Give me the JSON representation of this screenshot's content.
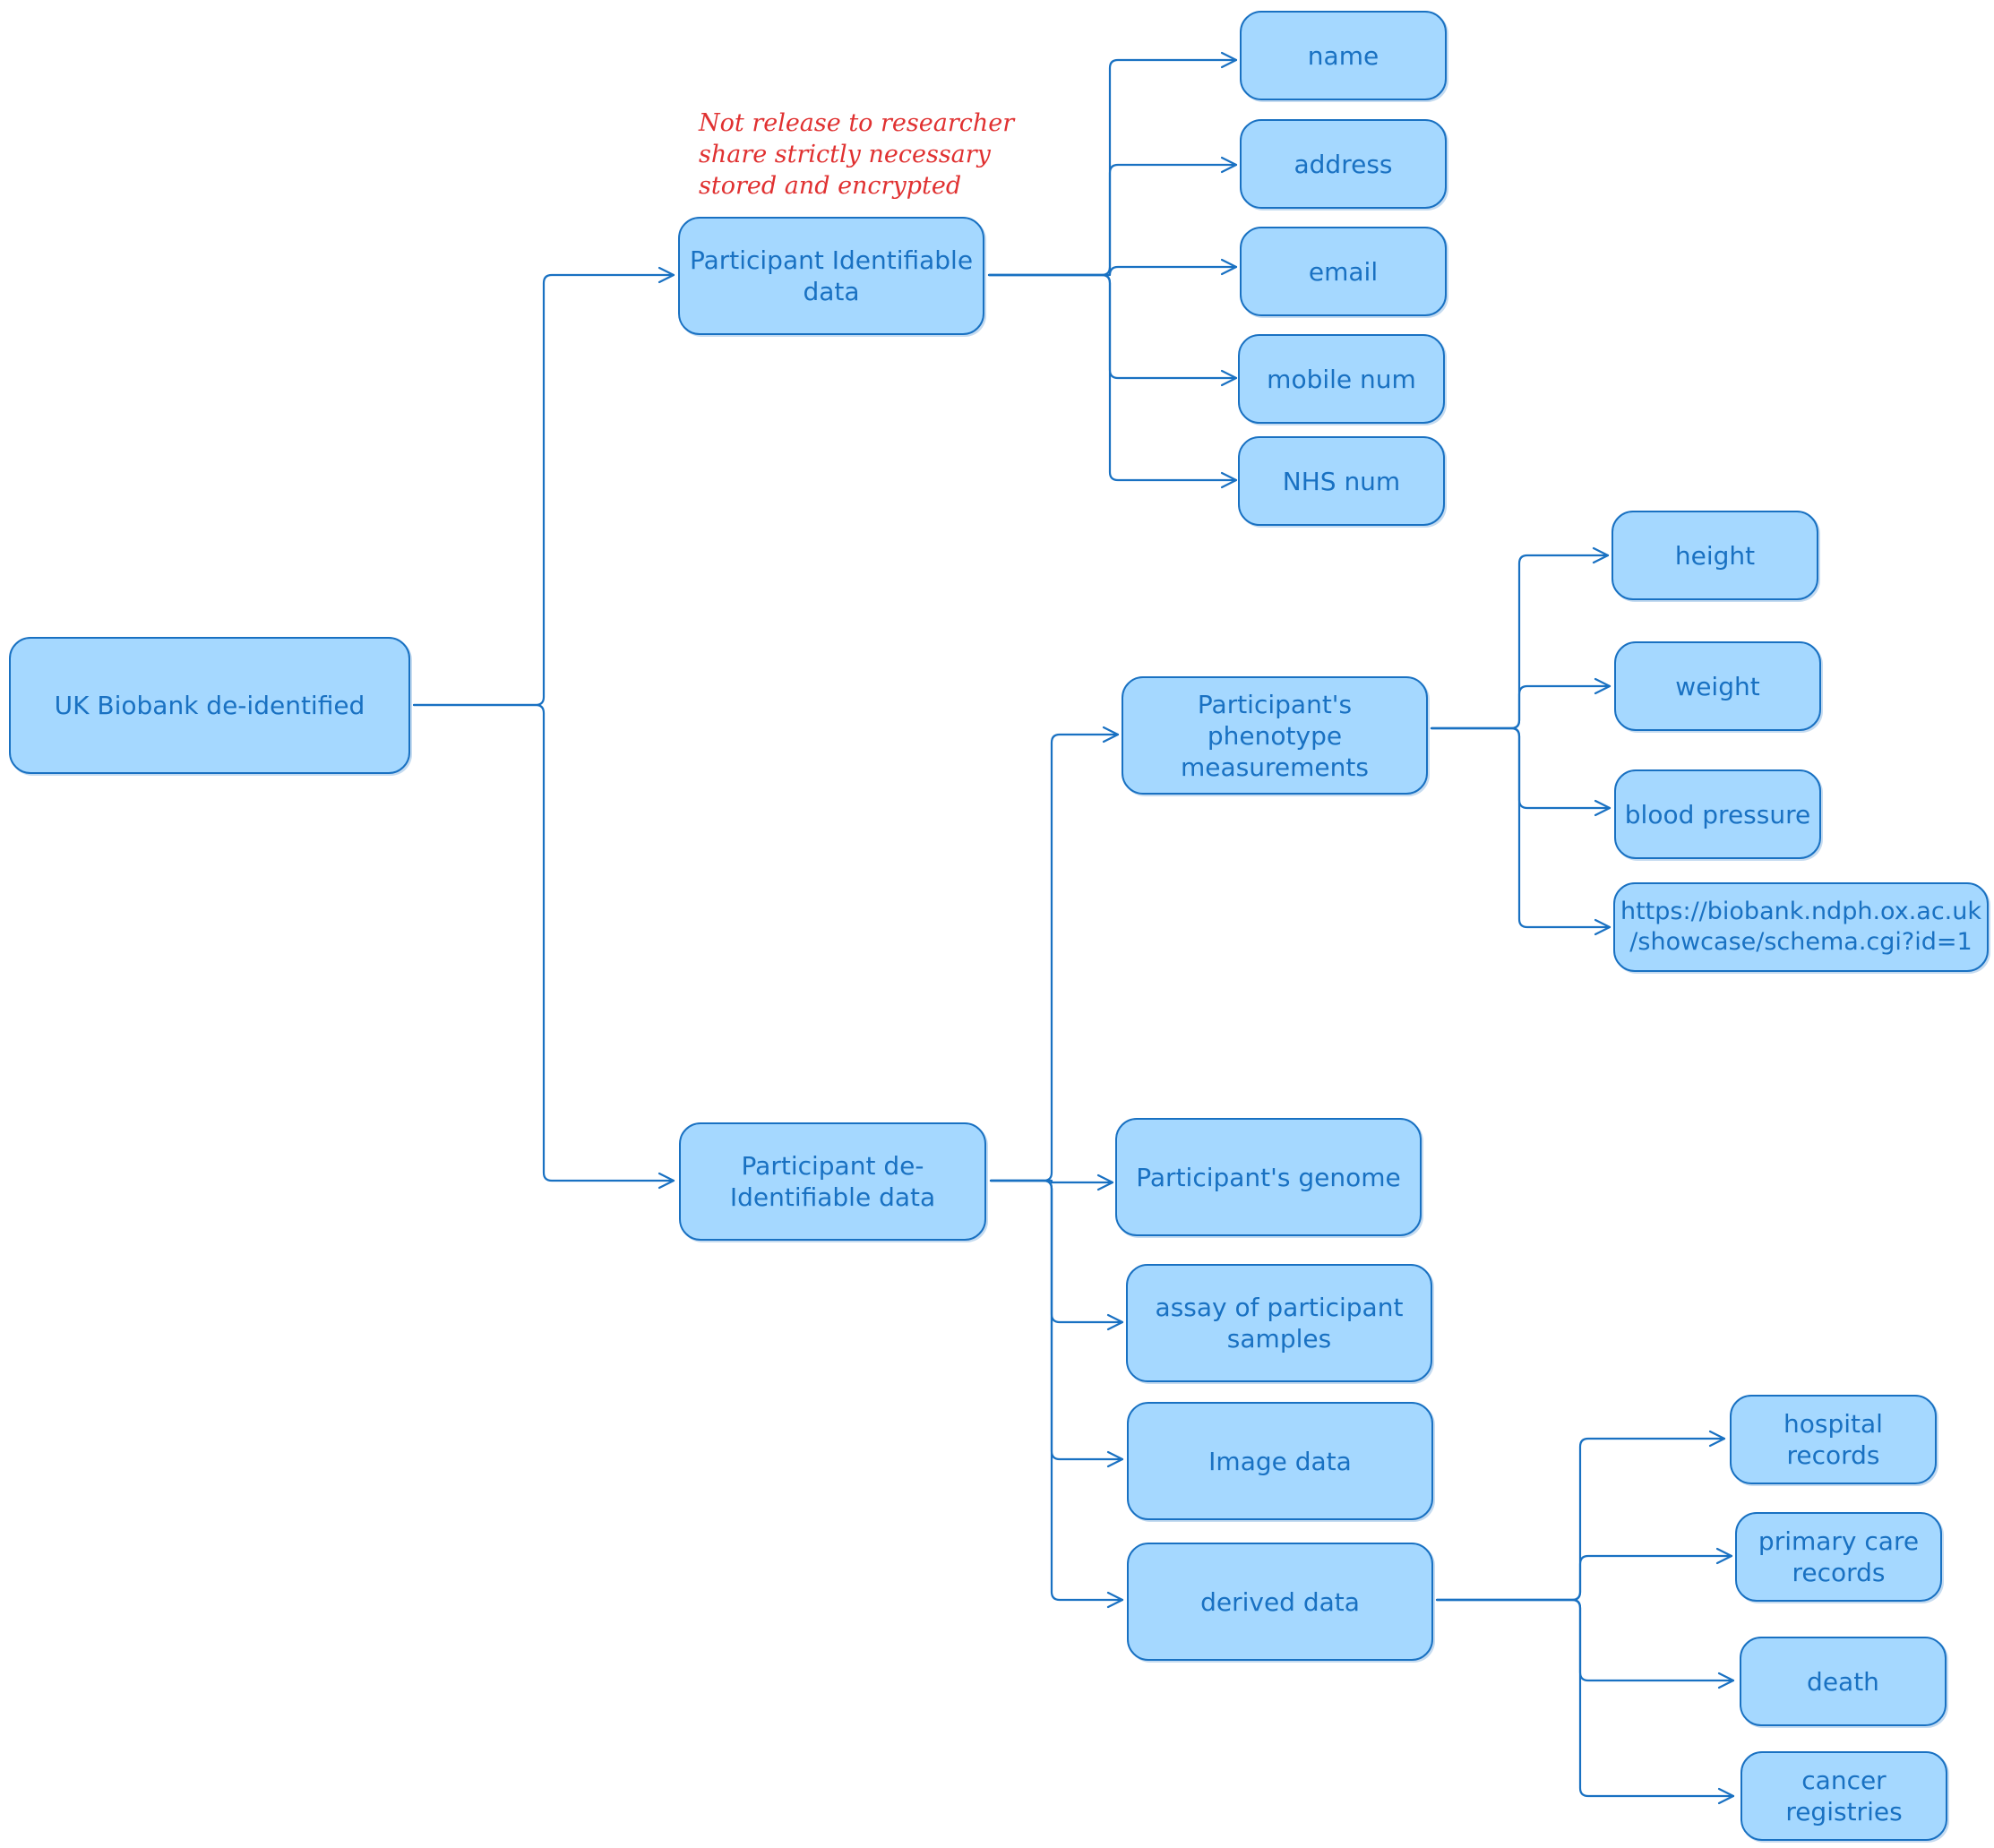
{
  "colors": {
    "node_fill": "#a5d8ff",
    "node_stroke": "#1971c2",
    "text": "#1971c2",
    "annotation": "#e03131",
    "background": "#ffffff"
  },
  "diagram": {
    "root": {
      "label": "UK Biobank de-identified"
    },
    "identifiable": {
      "label": "Participant Identifiable\ndata",
      "note_lines": [
        "Not release to researcher",
        "share strictly necessary",
        "stored and encrypted"
      ],
      "fields": [
        "name",
        "address",
        "email",
        "mobile num",
        "NHS num"
      ]
    },
    "deidentifiable": {
      "label": "Participant de-\nIdentifiable data",
      "phenotype": {
        "label": "Participant's phenotype\nmeasurements",
        "items": [
          "height",
          "weight",
          "blood pressure",
          "https://biobank.ndph.ox.ac.uk\n/showcase/schema.cgi?id=1"
        ]
      },
      "genome": {
        "label": "Participant's genome"
      },
      "assay": {
        "label": "assay of participant\nsamples"
      },
      "image": {
        "label": "Image data"
      },
      "derived": {
        "label": "derived data",
        "items": [
          "hospital records",
          "primary care\nrecords",
          "death",
          "cancer\nregistries"
        ]
      }
    }
  }
}
